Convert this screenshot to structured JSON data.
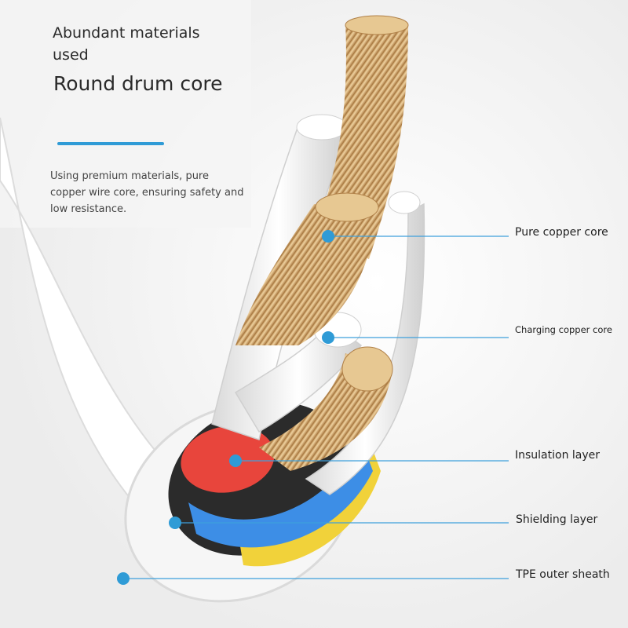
{
  "header": {
    "subtitle": "Abundant materials used",
    "title": "Round drum core",
    "description": "Using premium materials, pure copper wire core, ensuring safety and low resistance."
  },
  "callouts": [
    {
      "label": "Pure copper core"
    },
    {
      "label": "Charging copper core"
    },
    {
      "label": "Insulation layer"
    },
    {
      "label": "Shielding layer"
    },
    {
      "label": "TPE outer sheath"
    }
  ],
  "colors": {
    "accent": "#2f9bd6",
    "copper": "#c89a5c",
    "insulation_red": "#e8453c",
    "shielding_blue": "#3d8ee6",
    "yellow": "#f1d23a",
    "sheath": "#f2f2f2"
  }
}
